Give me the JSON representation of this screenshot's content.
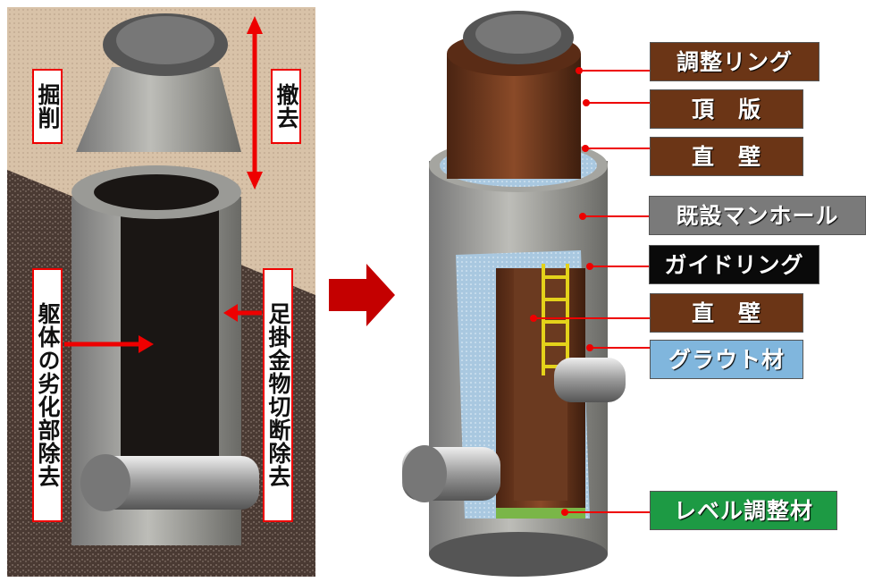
{
  "left_panel": {
    "labels": {
      "excavation": "掘削",
      "removal": "撤去",
      "deteriorated_removal": "躯体の劣化部除去",
      "step_cut_removal": "足掛金物切断除去"
    }
  },
  "right_panel": {
    "tags": [
      {
        "text": "調整リング",
        "color": "#6b3516"
      },
      {
        "text": "頂　版",
        "color": "#6b3516"
      },
      {
        "text": "直　壁",
        "color": "#6b3516"
      },
      {
        "text": "既設マンホール",
        "color": "#7a7a7a"
      },
      {
        "text": "ガイドリング",
        "color": "#0a0a0a"
      },
      {
        "text": "直　壁",
        "color": "#6b3516"
      },
      {
        "text": "グラウト材",
        "color": "#80b6dd"
      },
      {
        "text": "レベル調整材",
        "color": "#1d9a44"
      }
    ]
  }
}
